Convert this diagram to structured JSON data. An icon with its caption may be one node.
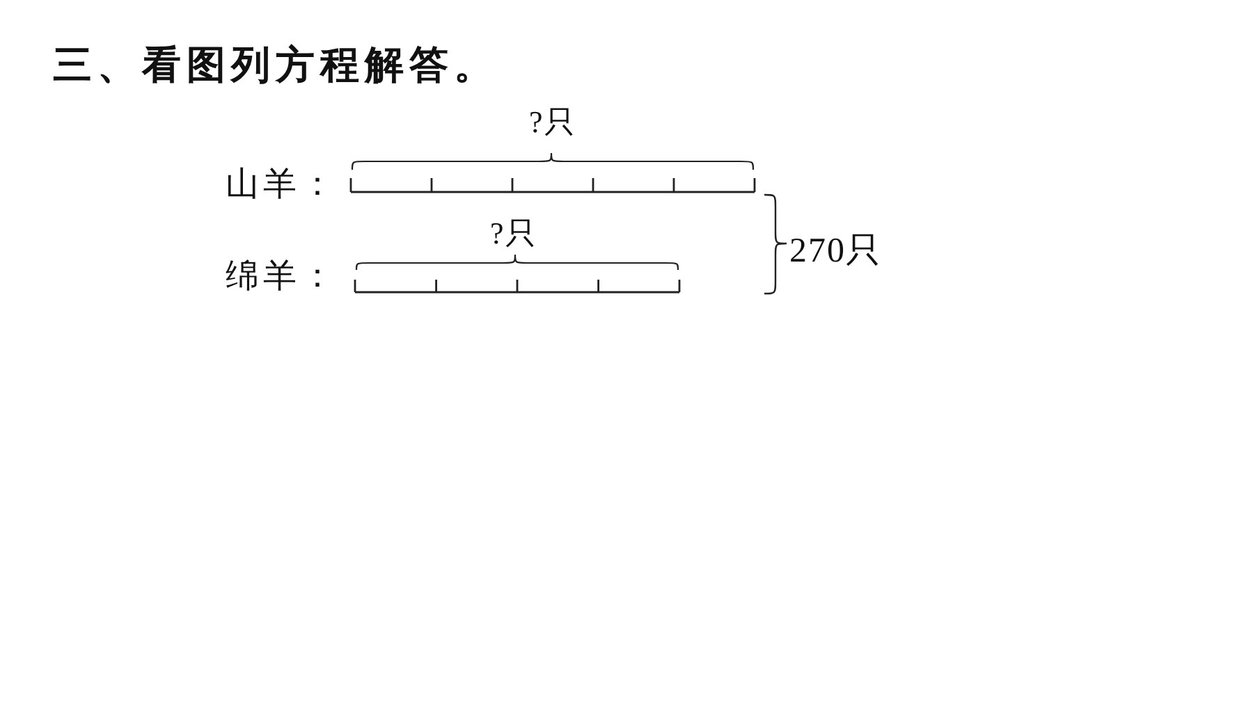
{
  "diagram": {
    "title": "三、看图列方程解答。",
    "labels": [
      "?只",
      "山羊：",
      "?只",
      "绵羊：",
      "270只"
    ]
  }
}
